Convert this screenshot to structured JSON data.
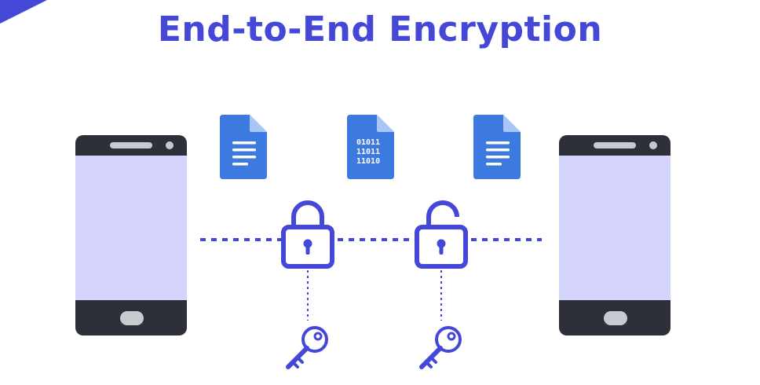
{
  "title": "End-to-End Encryption",
  "encrypted_doc": {
    "lines": [
      "01011",
      "11011",
      "11010"
    ]
  },
  "colors": {
    "accent": "#4547d6",
    "phone_body": "#2d3038",
    "phone_screen": "#d4d4fc",
    "doc_blue": "#3c7ae0",
    "doc_fold": "#a8c6f5"
  },
  "icons": {
    "sender_phone": "smartphone-icon",
    "receiver_phone": "smartphone-icon",
    "plain_doc": "document-icon",
    "cipher_doc": "binary-document-icon",
    "lock_closed": "lock-closed-icon",
    "lock_open": "lock-open-icon",
    "key": "key-icon"
  }
}
